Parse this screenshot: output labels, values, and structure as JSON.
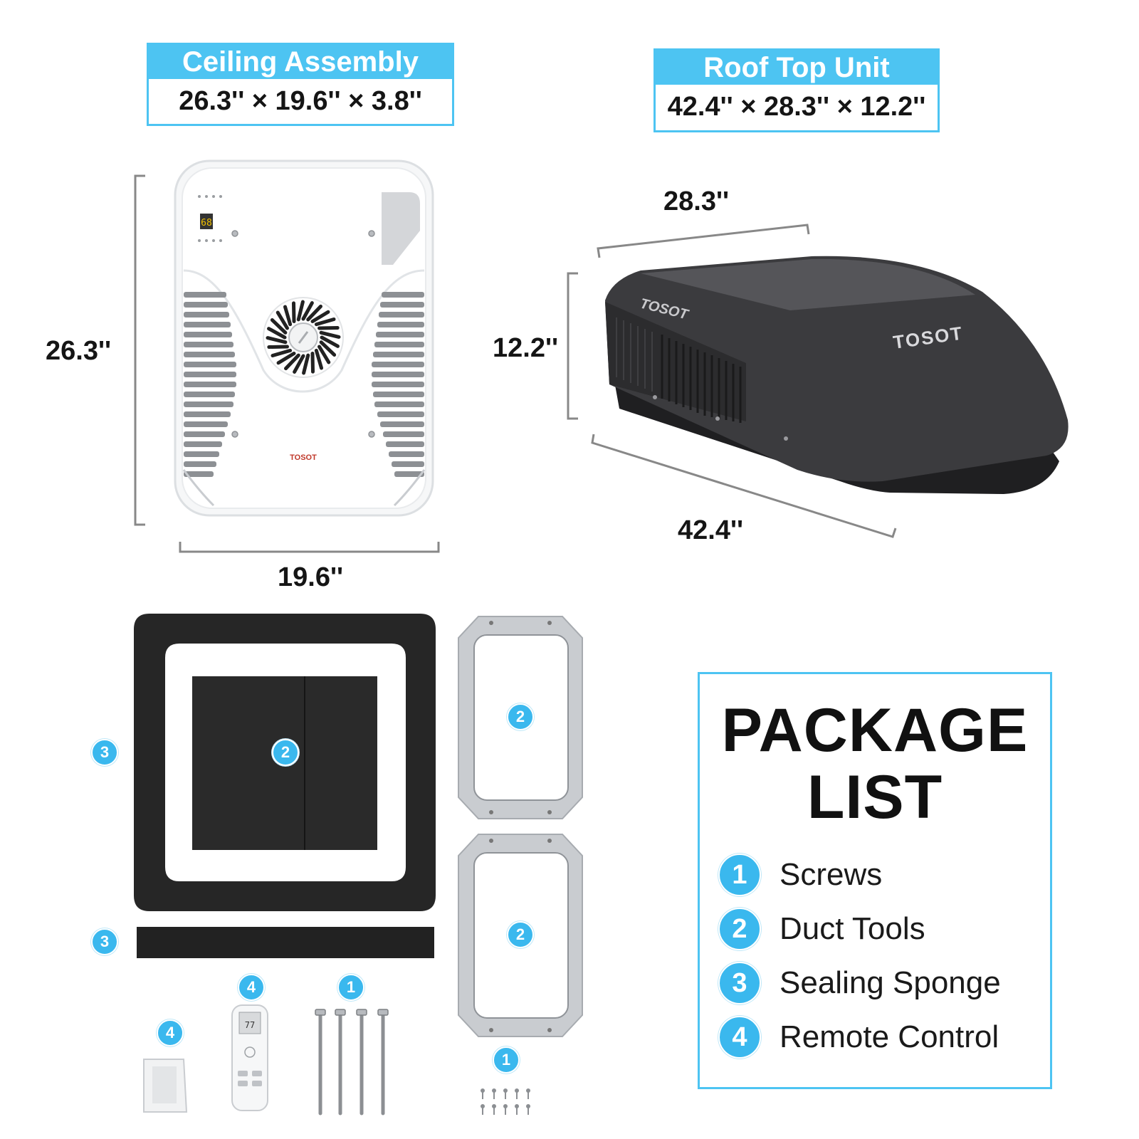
{
  "ceiling_assembly": {
    "title": "Ceiling Assembly",
    "dimensions": "26.3'' × 19.6'' × 3.8''",
    "height_label": "26.3''",
    "width_label": "19.6''",
    "brand": "TOSOT",
    "display_reading": "68"
  },
  "roof_top_unit": {
    "title": "Roof Top Unit",
    "dimensions": "42.4'' × 28.3'' × 12.2''",
    "width_label": "28.3''",
    "height_label": "12.2''",
    "length_label": "42.4''",
    "brand": "TOSOT"
  },
  "package_list": {
    "title_line1": "PACKAGE",
    "title_line2": "LIST",
    "items": [
      {
        "number": "1",
        "label": "Screws"
      },
      {
        "number": "2",
        "label": "Duct Tools"
      },
      {
        "number": "3",
        "label": "Sealing Sponge"
      },
      {
        "number": "4",
        "label": "Remote Control"
      }
    ]
  },
  "component_badges": {
    "sponge_frame": "3",
    "filter": "2",
    "duct_upper": "2",
    "duct_lower": "2",
    "sponge_strip": "3",
    "remote_holder": "4",
    "remote": "4",
    "long_screws": "1",
    "small_screws": "1"
  },
  "remote_display": "77",
  "colors": {
    "accent": "#4dc4f2",
    "badge": "#3ab8ee",
    "roof_unit": "#3a3a3c",
    "sponge": "#262626",
    "duct_metal": "#c9ccd0"
  }
}
